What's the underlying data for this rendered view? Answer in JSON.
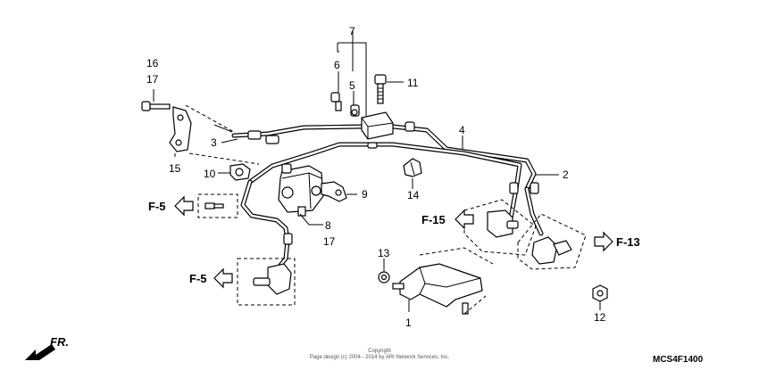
{
  "callouts": {
    "c1": "1",
    "c2": "2",
    "c3": "3",
    "c4": "4",
    "c5": "5",
    "c6": "6",
    "c7": "7",
    "c8": "8",
    "c9": "9",
    "c10": "10",
    "c11": "11",
    "c12": "12",
    "c13": "13",
    "c14": "14",
    "c15": "15",
    "c16": "16",
    "c17a": "17",
    "c17b": "17"
  },
  "refs": {
    "f5_upper": "F-5",
    "f5_lower": "F-5",
    "f15": "F-15",
    "f13": "F-13"
  },
  "front_marker": "FR.",
  "copyright_line1": "Copyright",
  "copyright_line2": "Page design (c) 2004 - 2014 by ARI Network Services, Inc.",
  "diagram_code": "MCS4F1400"
}
